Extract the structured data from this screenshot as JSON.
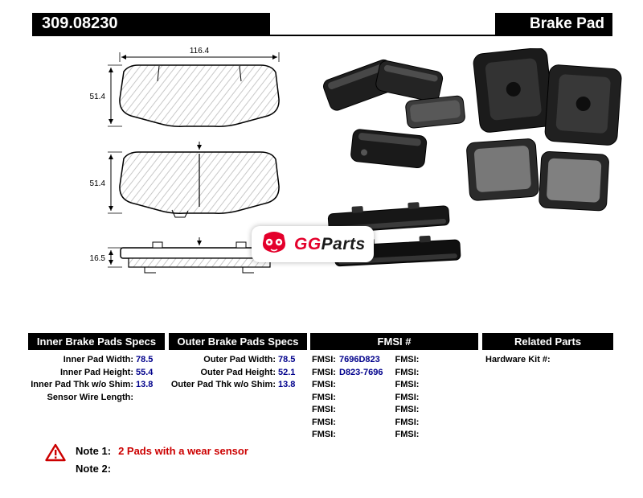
{
  "header": {
    "part_number": "309.08230",
    "product_type": "Brake Pad"
  },
  "diagram": {
    "width_label": "116.4",
    "height_label_1": "51.4",
    "height_label_2": "51.4",
    "thickness_label": "16.5"
  },
  "logo": {
    "gg": "GG",
    "parts": "Parts"
  },
  "table": {
    "inner": {
      "header": "Inner Brake Pads Specs",
      "rows": [
        {
          "label": "Inner Pad Width:",
          "value": "78.5"
        },
        {
          "label": "Inner Pad Height:",
          "value": "55.4"
        },
        {
          "label": "Inner Pad Thk w/o Shim:",
          "value": "13.8"
        },
        {
          "label": "Sensor Wire Length:",
          "value": ""
        }
      ]
    },
    "outer": {
      "header": "Outer Brake Pads Specs",
      "rows": [
        {
          "label": "Outer Pad Width:",
          "value": "78.5"
        },
        {
          "label": "Outer Pad Height:",
          "value": "52.1"
        },
        {
          "label": "Outer Pad Thk w/o Shim:",
          "value": "13.8"
        }
      ]
    },
    "fmsi": {
      "header": "FMSI #",
      "left": [
        {
          "label": "FMSI:",
          "value": "7696D823"
        },
        {
          "label": "FMSI:",
          "value": "D823-7696"
        },
        {
          "label": "FMSI:",
          "value": ""
        },
        {
          "label": "FMSI:",
          "value": ""
        },
        {
          "label": "FMSI:",
          "value": ""
        },
        {
          "label": "FMSI:",
          "value": ""
        },
        {
          "label": "FMSI:",
          "value": ""
        }
      ],
      "right": [
        {
          "label": "FMSI:",
          "value": ""
        },
        {
          "label": "FMSI:",
          "value": ""
        },
        {
          "label": "FMSI:",
          "value": ""
        },
        {
          "label": "FMSI:",
          "value": ""
        },
        {
          "label": "FMSI:",
          "value": ""
        },
        {
          "label": "FMSI:",
          "value": ""
        },
        {
          "label": "FMSI:",
          "value": ""
        }
      ]
    },
    "related": {
      "header": "Related Parts",
      "rows": [
        {
          "label": "Hardware Kit #:",
          "value": ""
        }
      ]
    }
  },
  "notes": {
    "note1_label": "Note 1:",
    "note1_text": "2 Pads with a wear sensor",
    "note2_label": "Note 2:",
    "note2_text": ""
  }
}
